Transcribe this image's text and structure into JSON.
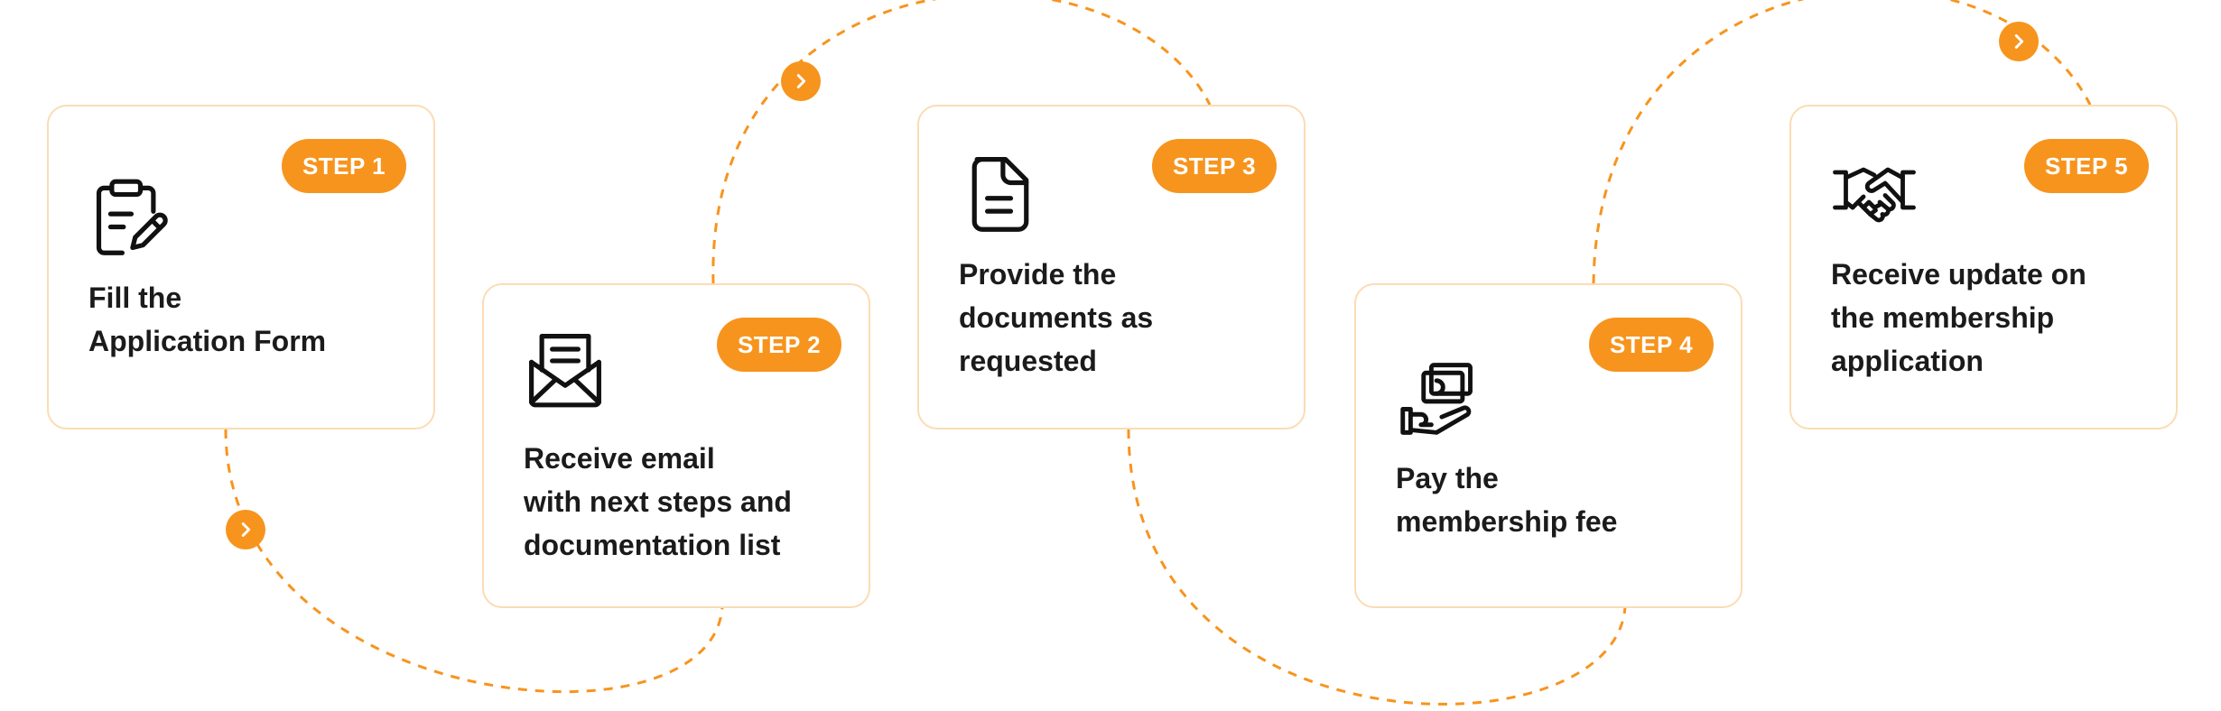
{
  "accent_color": "#f7941d",
  "border_color": "#fbdcb4",
  "text_color": "#1b1b1b",
  "steps": [
    {
      "badge": "STEP 1",
      "text": "Fill the\nApplication Form",
      "icon": "clipboard-pencil-icon"
    },
    {
      "badge": "STEP 2",
      "text": "Receive email\nwith next steps and\ndocumentation list",
      "icon": "envelope-letter-icon"
    },
    {
      "badge": "STEP 3",
      "text": "Provide the\ndocuments as\nrequested",
      "icon": "document-icon"
    },
    {
      "badge": "STEP 4",
      "text": "Pay the\nmembership fee",
      "icon": "hand-cash-icon"
    },
    {
      "badge": "STEP 5",
      "text": "Receive update on\nthe membership\napplication",
      "icon": "handshake-icon"
    }
  ],
  "connector_arrows": [
    "chevron-right-icon",
    "chevron-right-icon",
    "chevron-right-icon"
  ]
}
